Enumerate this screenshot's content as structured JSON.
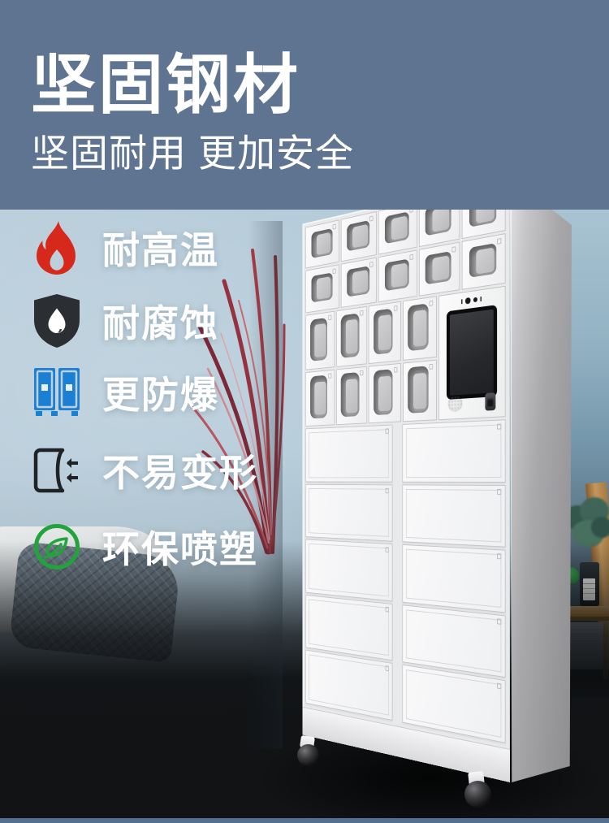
{
  "header": {
    "title": "坚固钢材",
    "subtitle": "坚固耐用 更加安全",
    "band_color": "#5F7490"
  },
  "features": [
    {
      "icon": "flame-icon",
      "label": "耐高温",
      "icon_color": "#D7281C"
    },
    {
      "icon": "shield-waterdrop-icon",
      "label": "耐腐蚀",
      "icon_color": "#2B2E33"
    },
    {
      "icon": "double-locker-icon",
      "label": "更防爆",
      "icon_color": "#1B7FD4"
    },
    {
      "icon": "door-deform-arrows-icon",
      "label": "不易变形",
      "icon_color": "#1F2326"
    },
    {
      "icon": "eco-leaf-icon",
      "label": "环保喷塑",
      "icon_color": "#22A33C"
    }
  ],
  "cabinet": {
    "top_row_doors": 5,
    "second_row_doors": 5,
    "mid_rows": 2,
    "mid_row_doors": 4,
    "large_columns": 2,
    "large_rows": 5,
    "has_touchscreen": true,
    "has_camera": true,
    "has_speaker": true,
    "has_fingerprint_reader": true,
    "body_color": "#F2F3F5"
  },
  "scene": {
    "wall_color_top": "#B7CCD9",
    "wall_color_right": "#6F90A3",
    "floor_color": "#111315",
    "footer_band_color": "#54708E"
  }
}
